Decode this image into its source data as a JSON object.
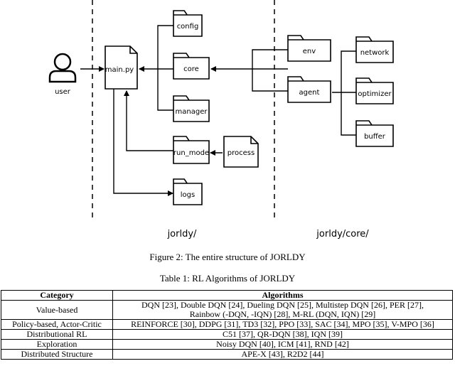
{
  "diagram": {
    "user_label": "user",
    "main_label": "main.py",
    "folders": {
      "config": "config",
      "core": "core",
      "manager": "manager",
      "run_mode": "run_mode",
      "logs": "logs",
      "env": "env",
      "agent": "agent",
      "network": "network",
      "optimizer": "optimizer",
      "buffer": "buffer"
    },
    "process_label": "process",
    "root_label": "jorldy/",
    "core_dir_label": "jorldy/core/"
  },
  "figure_caption": "Figure 2: The entire structure of JORLDY",
  "table_caption": "Table 1: RL Algorithms of JORLDY",
  "table": {
    "headers": [
      "Category",
      "Algorithms"
    ],
    "rows": [
      {
        "category": "Value-based",
        "line1": "DQN [23], Double DQN [24], Dueling DQN [25], Multistep DQN [26], PER [27],",
        "line2": "Rainbow (-DQN, -IQN) [28], M-RL (DQN, IQN) [29]"
      },
      {
        "category": "Policy-based, Actor-Critic",
        "line1": "REINFORCE [30], DDPG [31], TD3 [32], PPO [33], SAC [34], MPO [35], V-MPO [36]",
        "line2": ""
      },
      {
        "category": "Distributional RL",
        "line1": "C51 [37], QR-DQN [38], IQN [39]",
        "line2": ""
      },
      {
        "category": "Exploration",
        "line1": "Noisy DQN [40], ICM [41], RND [42]",
        "line2": ""
      },
      {
        "category": "Distributed Structure",
        "line1": "APE-X [43], R2D2 [44]",
        "line2": ""
      }
    ]
  }
}
